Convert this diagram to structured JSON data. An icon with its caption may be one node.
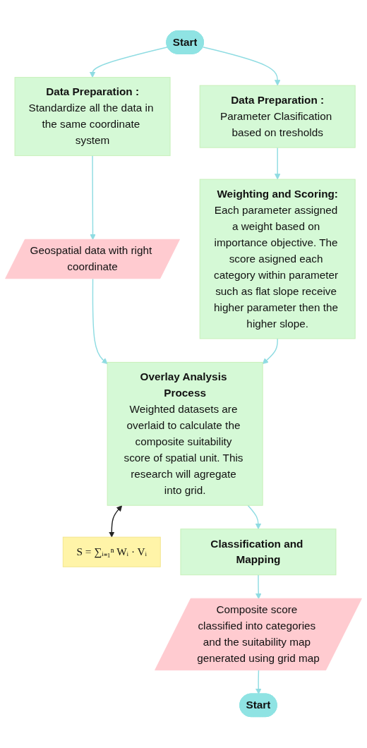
{
  "diagram": {
    "nodes": [
      {
        "text": [
          "Start"
        ]
      },
      {
        "text": [
          "Data Preparation :",
          "Standardize all the data in the same coordinate system"
        ]
      },
      {
        "text": [
          "Data Preparation :",
          "Parameter Clasification based on tresholds"
        ]
      },
      {
        "text": [
          "Geospatial data with right coordinate"
        ]
      },
      {
        "text": [
          "Weighting and Scoring:",
          "Each parameter assigned a weight based on importance objective. The score asigned each category within parameter such as flat slope receive higher parameter then the higher slope."
        ]
      },
      {
        "text": [
          "Overlay Analysis Process",
          "Weighted datasets are overlaid to calculate the composite suitability score of spatial unit. This research will agregate into grid."
        ]
      },
      {
        "text": [
          "S = ∑ᵢ₌₁ⁿ Wᵢ · Vᵢ"
        ]
      },
      {
        "text": [
          "Classification and Mapping"
        ]
      },
      {
        "text": [
          "Composite score classified into categories and the suitability map generated using grid map"
        ]
      },
      {
        "text": [
          "Start"
        ]
      }
    ],
    "edges": [
      {
        "from": 0,
        "to": 1,
        "arrow": "to"
      },
      {
        "from": 0,
        "to": 2,
        "arrow": "to"
      },
      {
        "from": 1,
        "to": 3,
        "arrow": "to"
      },
      {
        "from": 2,
        "to": 4,
        "arrow": "to"
      },
      {
        "from": 3,
        "to": 5,
        "arrow": "to"
      },
      {
        "from": 4,
        "to": 5,
        "arrow": "to"
      },
      {
        "from": 5,
        "to": 6,
        "arrow": "both",
        "color": "#222222"
      },
      {
        "from": 5,
        "to": 7,
        "arrow": "to"
      },
      {
        "from": 7,
        "to": 8,
        "arrow": "to"
      },
      {
        "from": 8,
        "to": 9,
        "arrow": "to"
      }
    ]
  }
}
